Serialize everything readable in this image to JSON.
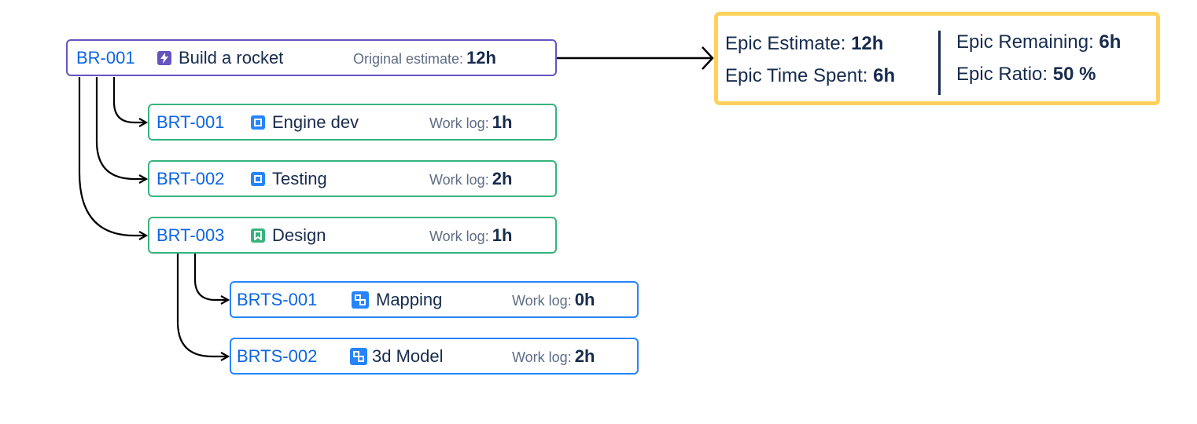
{
  "epic": {
    "key": "BR-001",
    "type_icon": "epic-icon",
    "title": "Build a rocket",
    "meta_label": "Original estimate:",
    "meta_value": "12h"
  },
  "tasks": [
    {
      "key": "BRT-001",
      "type_icon": "task-icon",
      "title": "Engine dev",
      "meta_label": "Work log:",
      "meta_value": "1h"
    },
    {
      "key": "BRT-002",
      "type_icon": "task-icon",
      "title": "Testing",
      "meta_label": "Work log:",
      "meta_value": "2h"
    },
    {
      "key": "BRT-003",
      "type_icon": "story-icon",
      "title": "Design",
      "meta_label": "Work log:",
      "meta_value": "1h"
    }
  ],
  "subtasks": [
    {
      "key": "BRTS-001",
      "type_icon": "subtask-icon",
      "title": "Mapping",
      "meta_label": "Work log:",
      "meta_value": "0h"
    },
    {
      "key": "BRTS-002",
      "type_icon": "subtask-icon",
      "title": "3d Model",
      "meta_label": "Work log:",
      "meta_value": "2h"
    }
  ],
  "summary": {
    "estimate_label": "Epic Estimate:",
    "estimate_value": "12h",
    "spent_label": "Epic Time Spent:",
    "spent_value": "6h",
    "remaining_label": "Epic Remaining:",
    "remaining_value": "6h",
    "ratio_label": "Epic Ratio:",
    "ratio_value": "50 %"
  },
  "colors": {
    "epic_border": "#6554c0",
    "task_border": "#36b37e",
    "subtask_border": "#2684ff",
    "key_text": "#0c66e4",
    "summary_border": "#ffd15c",
    "connector": "#000000"
  }
}
